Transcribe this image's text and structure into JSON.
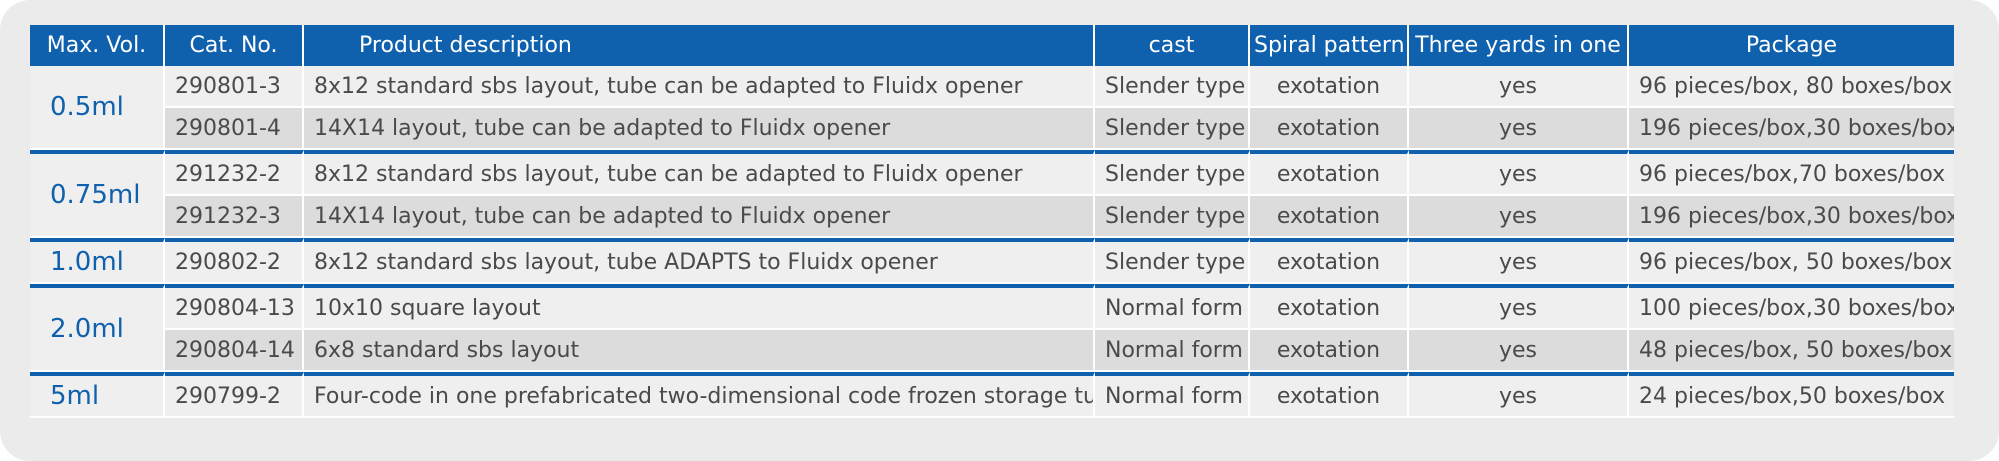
{
  "headers": {
    "max_vol": "Max. Vol.",
    "cat_no": "Cat. No.",
    "description": "Product description",
    "cast": "cast",
    "spiral": "Spiral pattern",
    "three": "Three yards in one",
    "package": "Package"
  },
  "groups": [
    {
      "volume": "0.5ml",
      "rows": [
        {
          "cat": "290801-3",
          "desc": "8x12 standard sbs layout, tube can be adapted to Fluidx opener",
          "cast": "Slender type",
          "spiral": "exotation",
          "three": "yes",
          "package": "96 pieces/box, 80 boxes/box"
        },
        {
          "cat": "290801-4",
          "desc": "14X14 layout, tube can be adapted to Fluidx opener",
          "cast": "Slender type",
          "spiral": "exotation",
          "three": "yes",
          "package": "196 pieces/box,30 boxes/box"
        }
      ]
    },
    {
      "volume": "0.75ml",
      "rows": [
        {
          "cat": "291232-2",
          "desc": "8x12 standard sbs layout, tube can be adapted to Fluidx opener",
          "cast": "Slender type",
          "spiral": "exotation",
          "three": "yes",
          "package": "96 pieces/box,70 boxes/box"
        },
        {
          "cat": "291232-3",
          "desc": "14X14 layout, tube can be adapted to Fluidx opener",
          "cast": "Slender type",
          "spiral": "exotation",
          "three": "yes",
          "package": "196 pieces/box,30 boxes/box"
        }
      ]
    },
    {
      "volume": "1.0ml",
      "rows": [
        {
          "cat": "290802-2",
          "desc": "8x12 standard sbs layout, tube ADAPTS to Fluidx opener",
          "cast": "Slender type",
          "spiral": "exotation",
          "three": "yes",
          "package": "96 pieces/box, 50 boxes/box"
        }
      ]
    },
    {
      "volume": "2.0ml",
      "rows": [
        {
          "cat": "290804-13",
          "desc": "10x10 square layout",
          "cast": "Normal form",
          "spiral": "exotation",
          "three": "yes",
          "package": "100 pieces/box,30 boxes/box"
        },
        {
          "cat": "290804-14",
          "desc": "6x8 standard sbs layout",
          "cast": "Normal form",
          "spiral": "exotation",
          "three": "yes",
          "package": "48 pieces/box, 50 boxes/box"
        }
      ]
    },
    {
      "volume": "5ml",
      "rows": [
        {
          "cat": "290799-2",
          "desc": "Four-code in one prefabricated two-dimensional code frozen storage tube",
          "cast": "Normal form",
          "spiral": "exotation",
          "three": "yes",
          "package": "24 pieces/box,50 boxes/box"
        }
      ]
    }
  ],
  "colors": {
    "header_bg": "#0f61ae",
    "volume_text": "#0f61ae",
    "row_light": "#efefef",
    "row_dark": "#dcdcdc"
  }
}
